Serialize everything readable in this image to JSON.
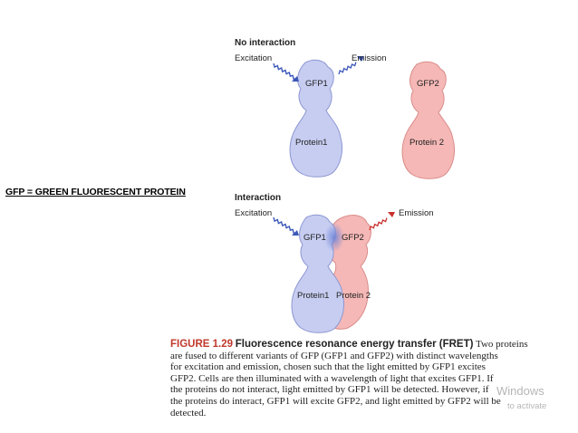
{
  "side_note": "GFP = GREEN FLUORESCENT PROTEIN",
  "panel_top": {
    "title": "No interaction",
    "excitation": "Excitation",
    "emission": "Emission",
    "gfp1": "GFP1",
    "gfp2": "GFP2",
    "protein1": "Protein1",
    "protein2": "Protein 2"
  },
  "panel_bottom": {
    "title": "Interaction",
    "excitation": "Excitation",
    "emission": "Emission",
    "gfp1": "GFP1",
    "gfp2": "GFP2",
    "protein1": "Protein1",
    "protein2": "Protein 2"
  },
  "caption": {
    "figure_label": "FIGURE 1.29",
    "figure_title": "Fluorescence resonance energy transfer (FRET)",
    "line1_rest": "Two proteins",
    "line2": "are fused to different variants of GFP (GFP1 and GFP2) with distinct wavelengths",
    "line3": "for excitation and emission, chosen such that the light emitted by GFP1 excites",
    "line4": "GFP2. Cells are then illuminated with a wavelength of light that excites GFP1. If",
    "line5": "the proteins do not interact, light emitted by GFP1 will be detected. However, if",
    "line6": "the proteins do interact, GFP1 will excite GFP2, and light emitted by GFP2 will be",
    "line7": "detected."
  },
  "watermark": {
    "line1": "Windows",
    "line2": "to activate"
  },
  "colors": {
    "protein_blue": "#c7cdf1",
    "protein_blue_stroke": "#8d97d2",
    "protein_pink": "#f5b8b6",
    "protein_pink_stroke": "#d98c8a",
    "excitation_wave": "#3b57b8",
    "emission_wave_top": "#3b57b8",
    "emission_wave_bottom": "#c8302c",
    "figure_label": "#c0392b"
  }
}
